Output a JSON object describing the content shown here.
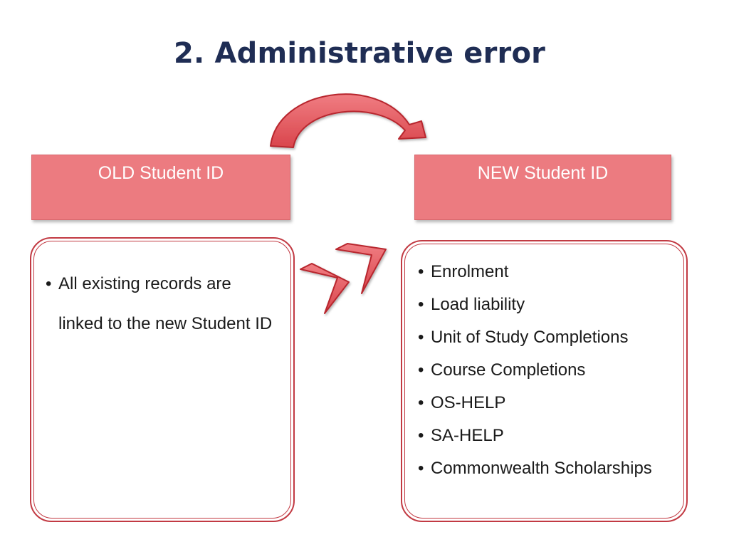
{
  "title": "2. Administrative error",
  "old_id": {
    "label": "OLD Student ID"
  },
  "new_id": {
    "label": "NEW Student ID"
  },
  "old_records": {
    "items": [
      "All existing records are linked to the new Student ID"
    ]
  },
  "new_records": {
    "items": [
      "Enrolment",
      "Load liability",
      "Unit of Study Completions",
      "Course Completions",
      "OS-HELP",
      "SA-HELP",
      "Commonwealth Scholarships"
    ]
  },
  "colors": {
    "title": "#1f2d54",
    "box_fill": "#ec7b80",
    "box_border": "#c23a43",
    "arrow_fill": "#e2555b",
    "arrow_outline": "#b8282f"
  },
  "icons": {
    "curved_arrow": "curved-arrow-icon",
    "chevron": "double-chevron-icon"
  }
}
